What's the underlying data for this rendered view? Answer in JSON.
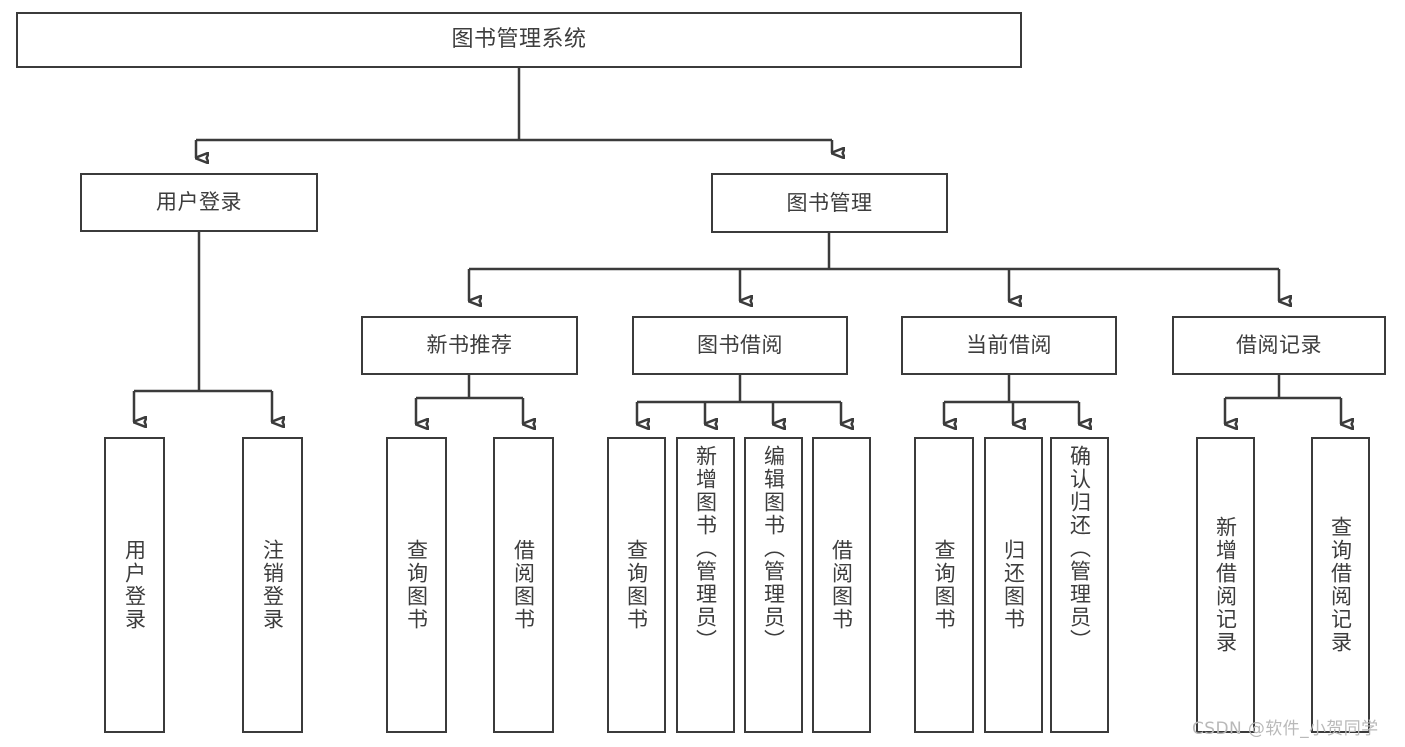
{
  "diagram": {
    "title": "图书管理系统",
    "type": "hierarchy-tree",
    "root": {
      "id": "root",
      "label": "图书管理系统"
    },
    "level1": [
      {
        "id": "user-login",
        "label": "用户登录"
      },
      {
        "id": "book-management",
        "label": "图书管理"
      }
    ],
    "level2": [
      {
        "id": "new-book-recommend",
        "label": "新书推荐",
        "parent": "book-management"
      },
      {
        "id": "book-borrow",
        "label": "图书借阅",
        "parent": "book-management"
      },
      {
        "id": "current-borrow",
        "label": "当前借阅",
        "parent": "book-management"
      },
      {
        "id": "borrow-record",
        "label": "借阅记录",
        "parent": "book-management"
      }
    ],
    "leaves": {
      "user_login": [
        {
          "id": "leaf-user-login",
          "label": "用户登录"
        },
        {
          "id": "leaf-logout-login",
          "label": "注销登录"
        }
      ],
      "new_book_recommend": [
        {
          "id": "leaf-query-book-1",
          "label": "查询图书"
        },
        {
          "id": "leaf-borrow-book-1",
          "label": "借阅图书"
        }
      ],
      "book_borrow": [
        {
          "id": "leaf-query-book-2",
          "label": "查询图书"
        },
        {
          "id": "leaf-add-book",
          "label": "新增图书（管理员）"
        },
        {
          "id": "leaf-edit-book",
          "label": "编辑图书（管理员）"
        },
        {
          "id": "leaf-borrow-book-2",
          "label": "借阅图书"
        }
      ],
      "current_borrow": [
        {
          "id": "leaf-query-book-3",
          "label": "查询图书"
        },
        {
          "id": "leaf-return-book",
          "label": "归还图书"
        },
        {
          "id": "leaf-confirm-return",
          "label": "确认归还（管理员）"
        }
      ],
      "borrow_record": [
        {
          "id": "leaf-add-record",
          "label": "新增借阅记录"
        },
        {
          "id": "leaf-query-record",
          "label": "查询借阅记录"
        }
      ]
    }
  },
  "watermark": {
    "text": "CSDN @软件_小贺同学"
  },
  "colors": {
    "stroke": "#3b3b3b",
    "node_fill": "#ffffff",
    "text": "#3d3d3d",
    "background": "#ffffff",
    "watermark": "#b9b9b9"
  }
}
